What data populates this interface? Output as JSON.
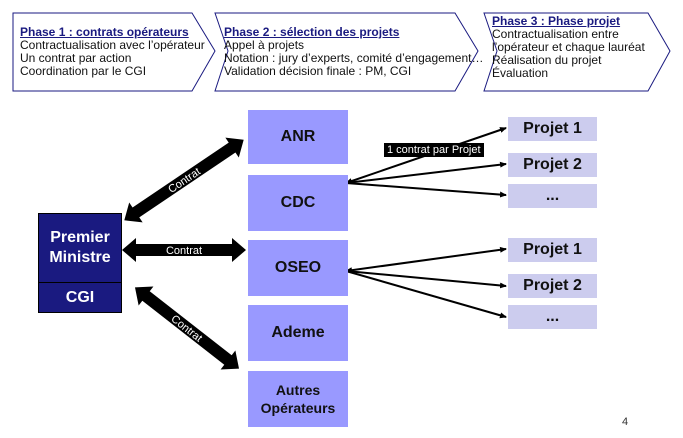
{
  "phases": [
    {
      "title": "Phase 1 : contrats opérateurs",
      "lines": [
        "Contractualisation avec l’opérateur",
        "Un contrat par action",
        "Coordination par le CGI"
      ]
    },
    {
      "title": "Phase 2 : sélection des projets",
      "lines": [
        "Appel à projets",
        "Notation : jury d’experts, comité d’engagement…",
        "Validation décision finale : PM, CGI"
      ]
    },
    {
      "title": "Phase 3 : Phase projet",
      "lines": [
        "Contractualisation entre",
        "l’opérateur et chaque lauréat",
        "Réalisation du projet",
        "Évaluation"
      ]
    }
  ],
  "authority": {
    "line1": "Premier",
    "line2": "Ministre",
    "sub": "CGI"
  },
  "contract_arrows": [
    "Contrat",
    "Contrat",
    "Contrat"
  ],
  "operators": [
    "ANR",
    "CDC",
    "OSEO",
    "Ademe",
    "Autres",
    "Opérateurs"
  ],
  "project_label": "1 contrat par Projet",
  "projects_group_1": [
    "Projet 1",
    "Projet 2",
    "..."
  ],
  "projects_group_2": [
    "Projet 1",
    "Projet 2",
    "..."
  ],
  "page_number": "4",
  "colors": {
    "authority_fill": "#1a1a80",
    "operator_fill": "#9999ff",
    "project_fill": "#ccccee",
    "phase_border": "#1a1a80"
  }
}
